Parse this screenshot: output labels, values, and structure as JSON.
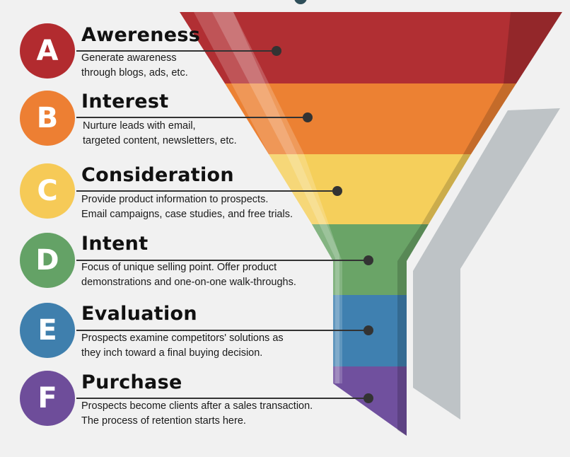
{
  "stages": [
    {
      "letter": "A",
      "title": "Awereness",
      "desc1": "Generate awareness",
      "desc2": "through blogs, ads, etc.",
      "color": "#b22b2f"
    },
    {
      "letter": "B",
      "title": "Interest",
      "desc1": "Nurture leads with email,",
      "desc2": "targeted content, newsletters, etc.",
      "color": "#ed7f33"
    },
    {
      "letter": "C",
      "title": "Consideration",
      "desc1": "Provide product information to prospects.",
      "desc2": "Email campaigns, case studies, and free trials.",
      "color": "#f6ca57"
    },
    {
      "letter": "D",
      "title": "Intent",
      "desc1": "Focus of unique selling point. Offer product",
      "desc2": "demonstrations and one-on-one walk-throughs.",
      "color": "#64a266"
    },
    {
      "letter": "E",
      "title": "Evaluation",
      "desc1": "Prospects examine competitors' solutions as",
      "desc2": "they inch toward a final buying decision.",
      "color": "#3f7fad"
    },
    {
      "letter": "F",
      "title": "Purchase",
      "desc1": "Prospects become clients after a sales transaction.",
      "desc2": "The process of retention starts here.",
      "color": "#6e4d9a"
    }
  ],
  "colors": {
    "band_a": "#b12f33",
    "band_b": "#ec8133",
    "band_c": "#f5cf5b",
    "band_d": "#6aa467",
    "band_e": "#3f80b0",
    "band_f": "#70509e",
    "pipe": "#bec3c6",
    "leader": "#333333"
  }
}
